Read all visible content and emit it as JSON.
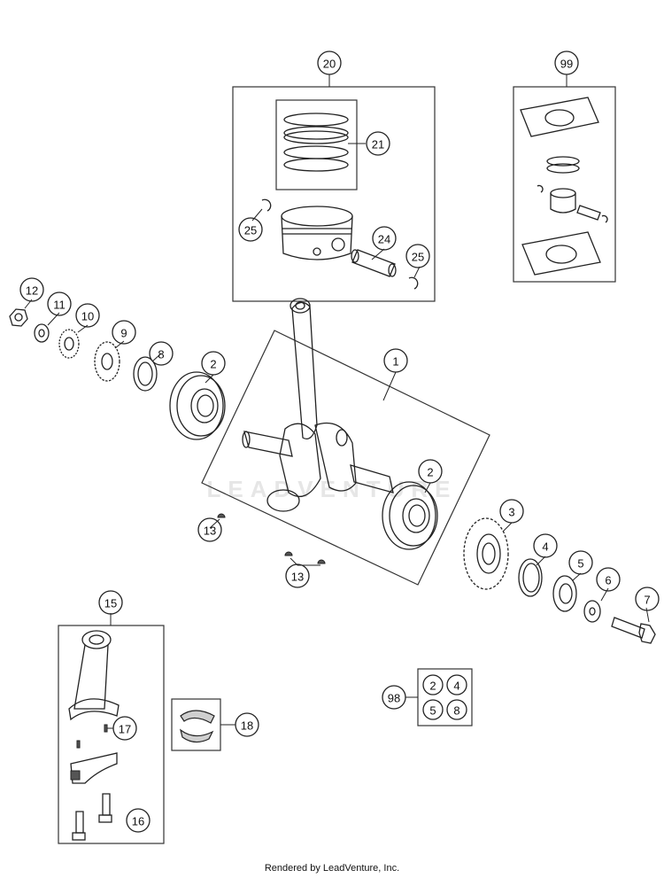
{
  "callouts": [
    "1",
    "2",
    "2",
    "3",
    "4",
    "5",
    "6",
    "7",
    "8",
    "9",
    "10",
    "11",
    "12",
    "13",
    "13",
    "15",
    "16",
    "17",
    "18",
    "20",
    "21",
    "24",
    "25",
    "25",
    "98",
    "99"
  ],
  "kit_98_items": [
    "2",
    "4",
    "5",
    "8"
  ],
  "watermark": "LEADVENTURE",
  "footer": "Rendered by LeadVenture, Inc."
}
